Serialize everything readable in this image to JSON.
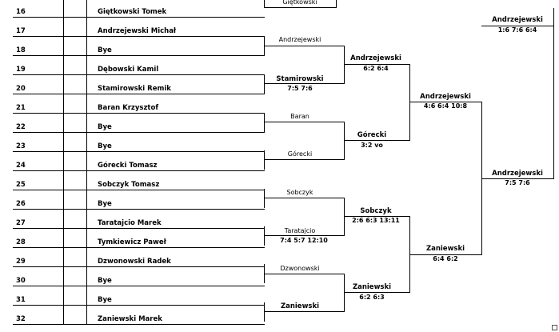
{
  "entries": [
    {
      "num": "16",
      "name": "Giętkowski Tomek"
    },
    {
      "num": "17",
      "name": "Andrzejewski Michał"
    },
    {
      "num": "18",
      "name": "Bye"
    },
    {
      "num": "19",
      "name": "Dębowski Kamil"
    },
    {
      "num": "20",
      "name": "Stamirowski Remik"
    },
    {
      "num": "21",
      "name": "Baran  Krzysztof"
    },
    {
      "num": "22",
      "name": "Bye"
    },
    {
      "num": "23",
      "name": "Bye"
    },
    {
      "num": "24",
      "name": "Górecki Tomasz"
    },
    {
      "num": "25",
      "name": "Sobczyk Tomasz"
    },
    {
      "num": "26",
      "name": "Bye"
    },
    {
      "num": "27",
      "name": "Taratajcio Marek"
    },
    {
      "num": "28",
      "name": "Tymkiewicz Paweł"
    },
    {
      "num": "29",
      "name": "Dzwonowski Radek"
    },
    {
      "num": "30",
      "name": "Bye"
    },
    {
      "num": "31",
      "name": "Bye"
    },
    {
      "num": "32",
      "name": "Zaniewski Marek"
    }
  ],
  "round1": [
    {
      "winner": "Giętkowski",
      "score": ""
    },
    {
      "winner": "Andrzejewski",
      "score": ""
    },
    {
      "winner": "Stamirowski",
      "score": "7:5  7:6"
    },
    {
      "winner": "Baran",
      "score": ""
    },
    {
      "winner": "Górecki",
      "score": ""
    },
    {
      "winner": "Sobczyk",
      "score": ""
    },
    {
      "winner": "Taratajcio",
      "score": "7:4  5:7  12:10"
    },
    {
      "winner": "Dzwonowski",
      "score": ""
    },
    {
      "winner": "Zaniewski",
      "score": ""
    }
  ],
  "round2": [
    {
      "winner": "Andrzejewski",
      "score": "6:2  6:4"
    },
    {
      "winner": "Górecki",
      "score": "3:2  vo"
    },
    {
      "winner": "Sobczyk",
      "score": "2:6  6:3  13:11"
    },
    {
      "winner": "Zaniewski",
      "score": "6:2  6:3"
    }
  ],
  "round3": [
    {
      "winner": "Andrzejewski",
      "score": "4:6  6:4  10:8"
    },
    {
      "winner": "Zaniewski",
      "score": "6:4  6:2"
    }
  ],
  "round4": [
    {
      "winner": "Andrzejewski",
      "score": "7:5  7:6"
    }
  ],
  "round5": [
    {
      "winner": "Andrzejewski",
      "score": "1:6  7:6  6:4"
    }
  ]
}
